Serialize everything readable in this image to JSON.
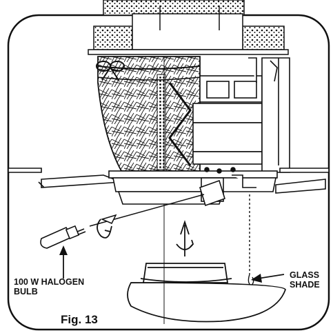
{
  "labels": {
    "bulb_line1": "100 W HALOGEN",
    "bulb_line2": "BULB",
    "glass_line1": "GLASS",
    "glass_line2": "SHADE",
    "figure": "Fig. 13"
  },
  "colors": {
    "ink": "#111111",
    "paper": "#ffffff",
    "shade": "#e6e6e6"
  }
}
